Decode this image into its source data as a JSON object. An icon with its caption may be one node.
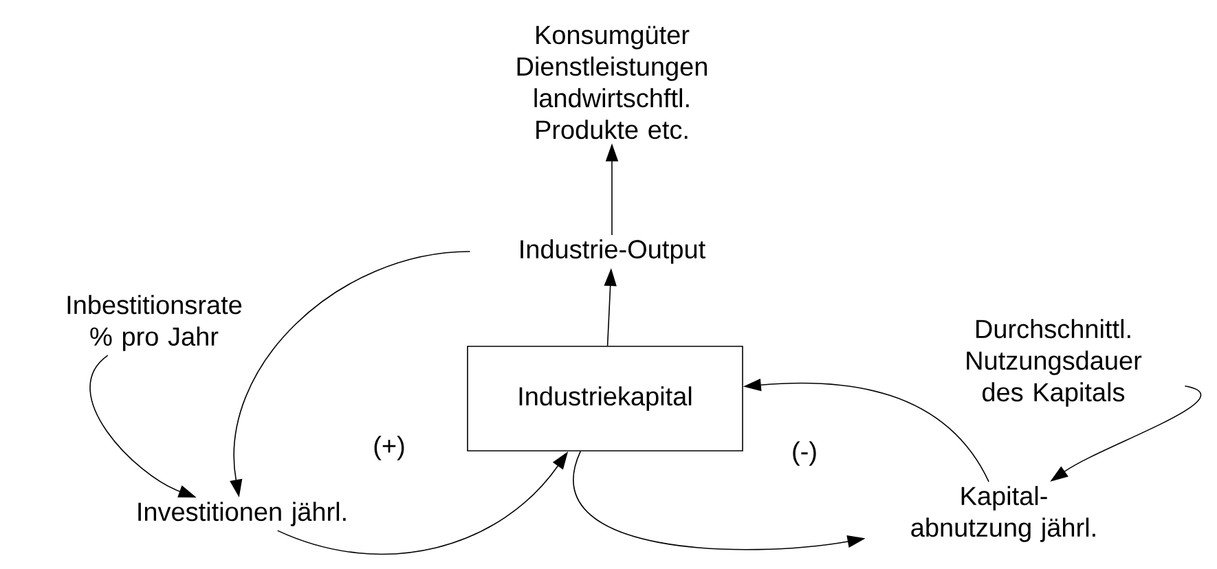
{
  "diagram": {
    "nodes": [
      {
        "text": [
          "Konsumgüter Dienstleistungen landwirtschftl. Produkte etc."
        ]
      },
      {
        "text": [
          "Industrie-Output"
        ]
      },
      {
        "text": [
          "Inbestitionsrate % pro Jahr"
        ]
      },
      {
        "text": [
          "Industriekapital"
        ]
      },
      {
        "text": [
          "Durchschnittl. Nutzungsdauer des Kapitals"
        ]
      },
      {
        "text": [
          "Investitionen jährl."
        ]
      },
      {
        "text": [
          "Kapital- abnutzung jährl."
        ]
      }
    ],
    "edges": [
      {
        "from": 1,
        "to": 0,
        "arrow": "to"
      },
      {
        "from": 3,
        "to": 1,
        "arrow": "to"
      },
      {
        "from": 1,
        "to": 5,
        "arrow": "to"
      },
      {
        "from": 2,
        "to": 5,
        "arrow": "to"
      },
      {
        "from": 5,
        "to": 3,
        "arrow": "to"
      },
      {
        "from": 3,
        "to": 6,
        "arrow": "to"
      },
      {
        "from": 6,
        "to": 3,
        "arrow": "to"
      },
      {
        "from": 4,
        "to": 6,
        "arrow": "to"
      }
    ],
    "labels": [
      "(+)",
      "(-)"
    ]
  }
}
